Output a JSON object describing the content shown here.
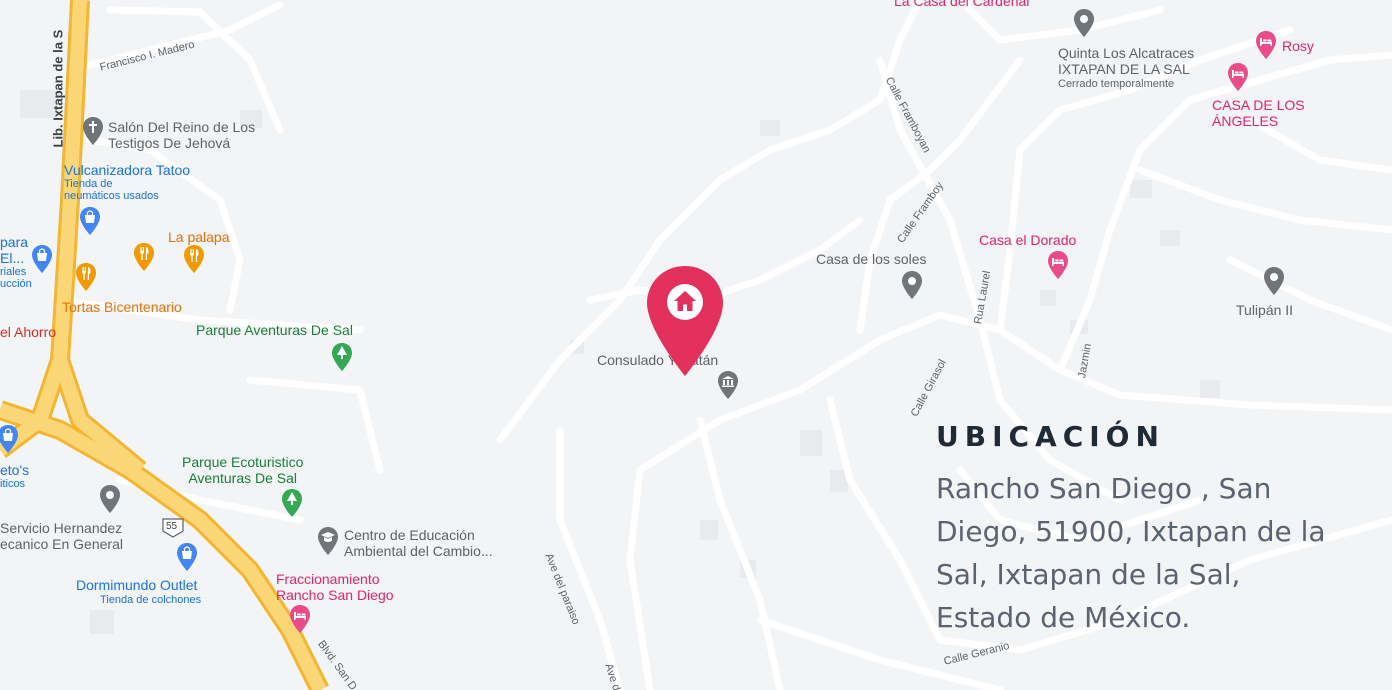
{
  "map": {
    "place_labels": {
      "la_casa_del_cardenal": "La Casa del Cardenal",
      "quinta_los_alcatraces": "Quinta Los Alcatraces\nIXTAPAN DE LA SAL",
      "quinta_status": "Cerrado temporalmente",
      "rosy": "Rosy",
      "casa_de_los_angeles": "CASA DE LOS\nÁNGELES",
      "salon_reino": "Salón Del Reino de Los\nTestigos De Jehová",
      "vulcanizadora": "Vulcanizadora Tatoo",
      "vulcanizadora_sub": "Tienda de\nneumáticos usados",
      "la_palapa": "La palapa",
      "tortas_bicentenario": "Tortas Bicentenario",
      "parque_aventuras": "Parque Aventuras De Sal",
      "casa_de_los_soles": "Casa de los soles",
      "casa_el_dorado": "Casa el Dorado",
      "tulipan": "Tulipán II",
      "consulado": "Consulado Yucatán",
      "el_ahorro": "el Ahorro",
      "left_cut_1": "para\nEl...",
      "left_cut_1_sub": "riales\nucción",
      "left_cut_2": "eto's",
      "left_cut_2_sub": "iticos",
      "parque_ecoturistico": "Parque Ecoturistico\nAventuras De Sal",
      "centro_educacion": "Centro de Educación\nAmbiental del Cambio...",
      "servicio_hernandez": "Servicio Hernandez\necanico En General",
      "dormimundo": "Dormimundo Outlet",
      "dormimundo_sub": "Tienda de colchones",
      "fraccionamiento": "Fraccionamiento\nRancho San Diego"
    },
    "road_labels": {
      "francisco_madero": "Francisco I. Madero",
      "lib_ixtapan": "Lib. Ixtapan de la S",
      "calle_framboyan_1": "Calle Framboyan",
      "calle_framboyan_2": "Calle Framboy",
      "rua_laurel": "Rua Laurel",
      "jazmin": "Jazmin",
      "calle_girasol": "Calle Girasol",
      "ave_del_paraiso": "Ave del paraiso",
      "ave_de": "Ave de",
      "blvd_san": "Blvd. San D",
      "calle_geranio": "Calle Geranio",
      "route_shield": "55"
    },
    "colors": {
      "background": "#f3f4f6",
      "road": "#ffffff",
      "highway": "#f6c54d",
      "marker": "#e3305c",
      "poi_grey": "#70757a",
      "poi_blue": "#4285f4",
      "poi_orange": "#f29900",
      "poi_green": "#34a853",
      "poi_pink": "#ea4c89"
    }
  },
  "info": {
    "title": "UBICACIÓN",
    "address": "Rancho San Diego , San Diego, 51900, Ixtapan de la Sal, Ixtapan de la Sal, Estado de México."
  }
}
